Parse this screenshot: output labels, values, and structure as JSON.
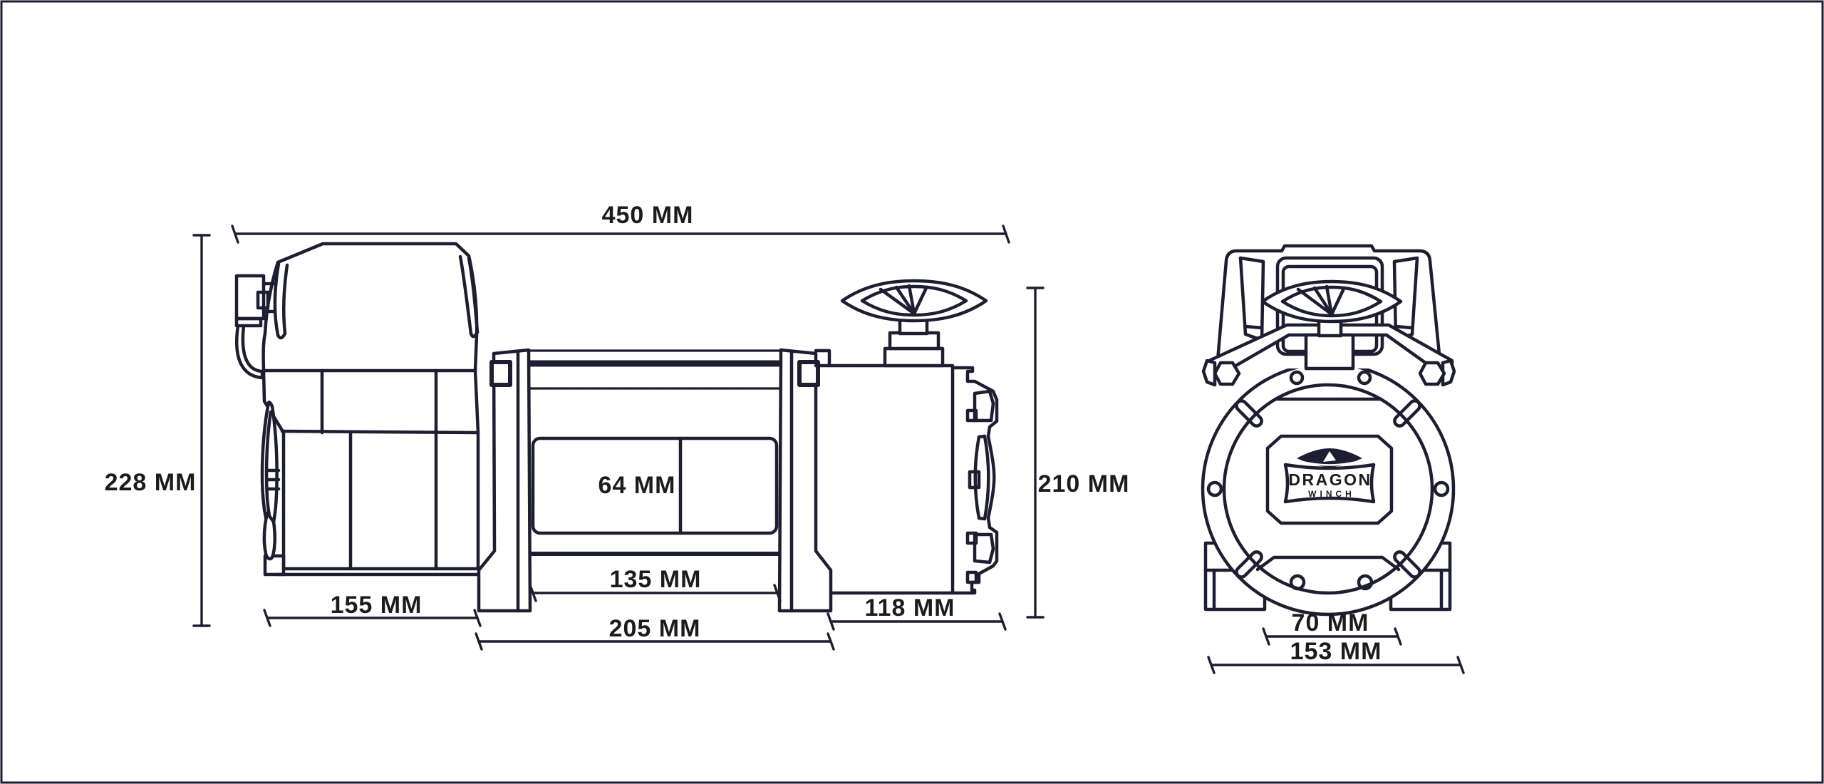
{
  "title": "Winch dimensions technical drawing",
  "side_view": {
    "dimensions": {
      "overall_length": "450 MM",
      "overall_height": "228 MM",
      "drum_diameter": "64 MM",
      "mount_inner_spacing": "135 MM",
      "motor_section_length": "155 MM",
      "drum_section_length": "205 MM",
      "gearbox_section_length": "118 MM",
      "body_height": "210 MM"
    }
  },
  "front_view": {
    "dimensions": {
      "feet_inner_spacing": "70 MM",
      "overall_width": "153 MM"
    },
    "logo": {
      "line1": "DRAGON",
      "line2": "WINCH"
    }
  },
  "colors": {
    "line": "#1e1e32",
    "text": "#1c1c1c",
    "background": "#ffffff"
  }
}
